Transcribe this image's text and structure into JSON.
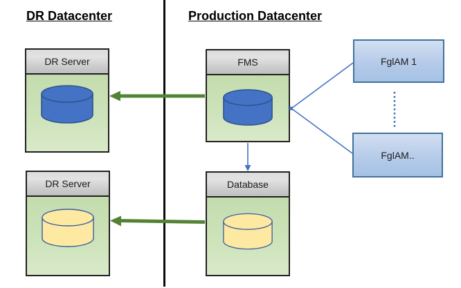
{
  "headings": {
    "dr": "DR Datacenter",
    "production": "Production Datacenter"
  },
  "nodes": {
    "dr_server_top": "DR Server",
    "dr_server_bottom": "DR Server",
    "fms": "FMS",
    "database": "Database",
    "fglam_1": "FglAM 1",
    "fglam_n": "FglAM.."
  },
  "colors": {
    "arrow_green": "#548235",
    "connector_blue": "#4472c4",
    "server_header_gray": "#d2d2d2",
    "server_body_green": "#cce3b8",
    "cylinder_blue_fill": "#4472c4",
    "cylinder_blue_outline": "#2f528f",
    "cylinder_yellow_fill": "#fde9a2",
    "cylinder_yellow_outline": "#3c5e9e",
    "fglam_fill": "#b8cde9",
    "fglam_border": "#41719c",
    "divider_black": "#0a0a0a"
  }
}
